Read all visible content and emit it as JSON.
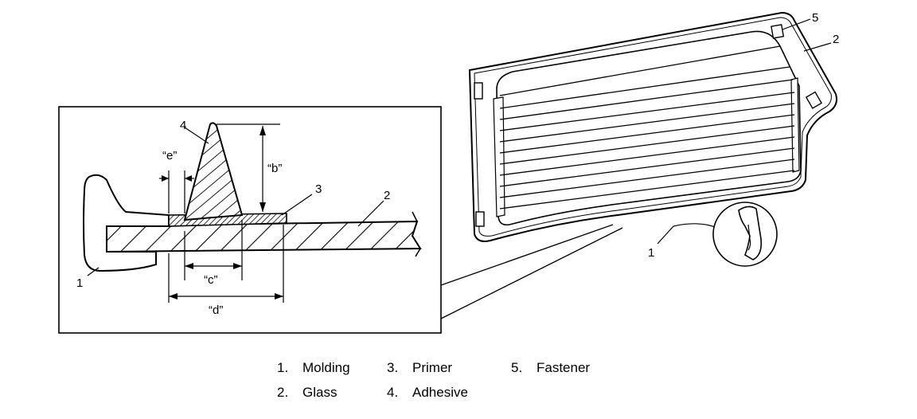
{
  "callouts": {
    "molding": "1",
    "glass": "2",
    "primer": "3",
    "adhesive": "4",
    "fastener": "5"
  },
  "dimensions": {
    "b": "“b”",
    "c": "“c”",
    "d": "“d”",
    "e": "“e”"
  },
  "legend": [
    {
      "num": "1.",
      "label": "Molding"
    },
    {
      "num": "2.",
      "label": "Glass"
    },
    {
      "num": "3.",
      "label": "Primer"
    },
    {
      "num": "4.",
      "label": "Adhesive"
    },
    {
      "num": "5.",
      "label": "Fastener"
    }
  ]
}
